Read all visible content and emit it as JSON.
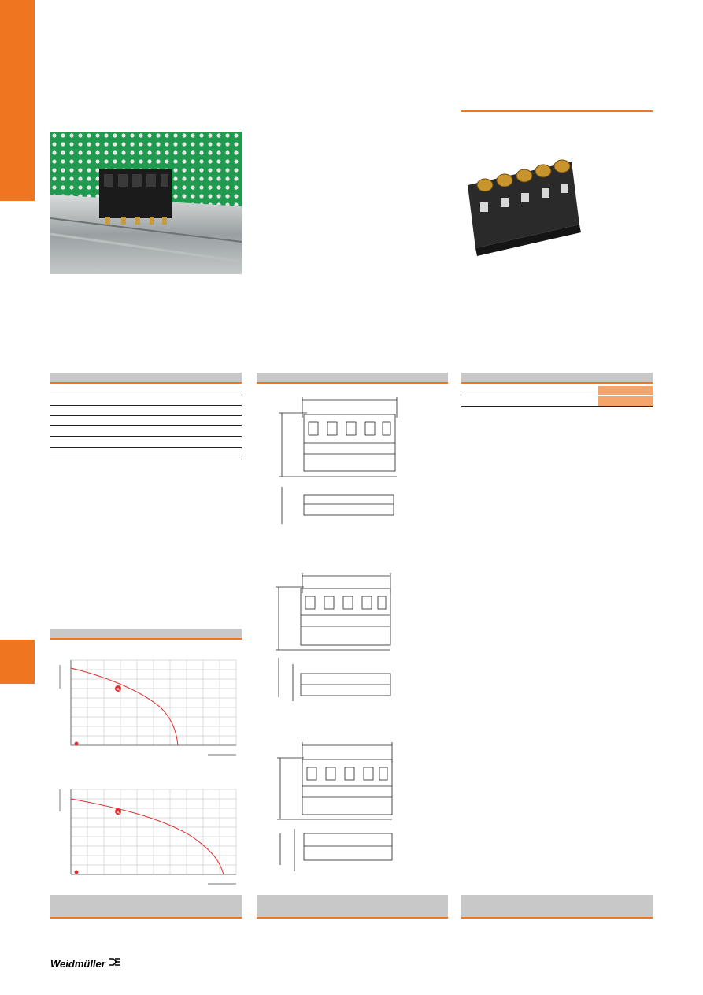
{
  "brand": {
    "logo_text": "Weidmüller"
  },
  "curve_markers": [
    "A",
    "A"
  ]
}
